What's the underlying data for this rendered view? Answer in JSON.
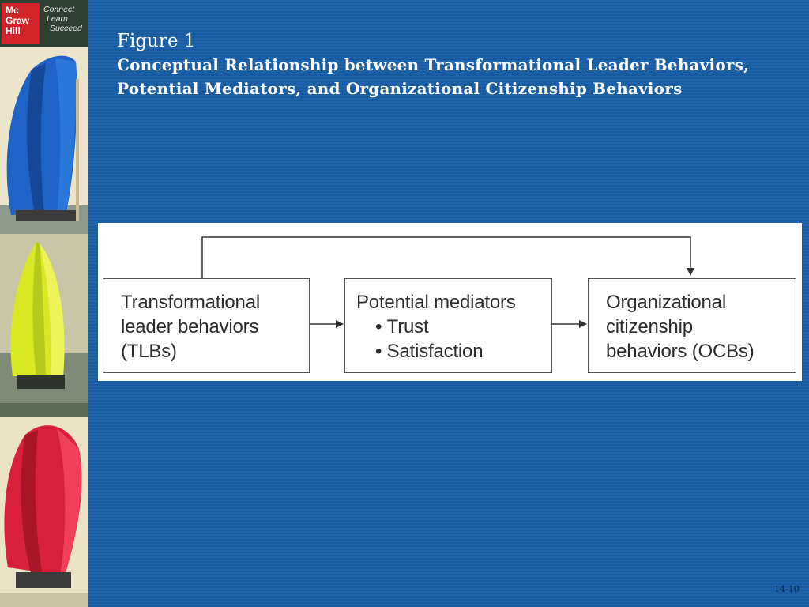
{
  "sidebar": {
    "logo_lines": [
      "Mc",
      "Graw",
      "Hill"
    ],
    "tagline": [
      "Connect",
      "Learn",
      "Succeed"
    ]
  },
  "header": {
    "figure_label": "Figure 1",
    "title": "Conceptual Relationship between Transformational Leader Behaviors, Potential Mediators, and Organizational Citizenship Behaviors"
  },
  "diagram": {
    "nodes": [
      {
        "lines": [
          "Transformational",
          "leader behaviors",
          "(TLBs)"
        ]
      },
      {
        "lines": [
          "Potential mediators"
        ],
        "bullets": [
          "Trust",
          "Satisfaction"
        ]
      },
      {
        "lines": [
          "Organizational",
          "citizenship",
          "behaviors (OCBs)"
        ]
      }
    ],
    "edges": [
      {
        "from": 0,
        "to": 1
      },
      {
        "from": 1,
        "to": 2
      },
      {
        "from": 0,
        "to": 2,
        "route": "over-top"
      }
    ]
  },
  "footer": {
    "page_number": "14-10"
  },
  "colors": {
    "background": "#1c5fa5",
    "logo_red": "#d2232a",
    "sail_blue": "#1f63c6",
    "sail_yellow": "#d8e825",
    "sail_red": "#d8203a"
  }
}
